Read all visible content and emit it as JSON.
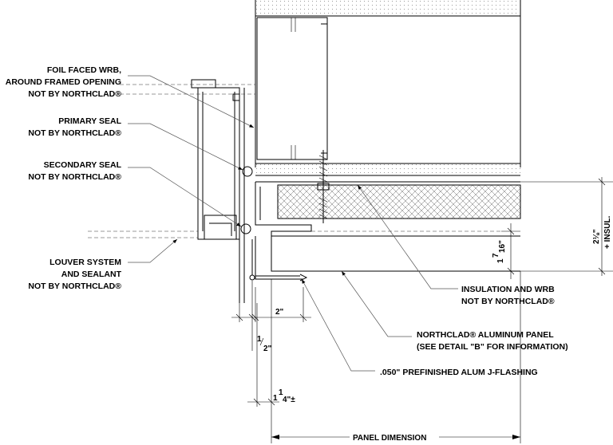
{
  "callouts": {
    "foil_wrb": [
      "FOIL FACED WRB,",
      "AROUND FRAMED OPENING",
      "NOT BY NORTHCLAD®"
    ],
    "primary_seal": [
      "PRIMARY SEAL",
      "NOT BY NORTHCLAD®"
    ],
    "secondary_seal": [
      "SECONDARY SEAL",
      "NOT BY NORTHCLAD®"
    ],
    "louver": [
      "LOUVER SYSTEM",
      "AND SEALANT",
      "NOT BY NORTHCLAD®"
    ],
    "insulation": [
      "INSULATION  AND WRB",
      "NOT BY NORTHCLAD®"
    ],
    "panel": [
      "NORTHCLAD® ALUMINUM PANEL",
      "(SEE DETAIL \"B\" FOR INFORMATION)"
    ],
    "jflashing": [
      ".050\" PREFINISHED ALUM J-FLASHING"
    ]
  },
  "dimensions": {
    "two_inch": "2\"",
    "half_whole": "1",
    "half_frac": "2\"",
    "quarter_whole": "1",
    "quarter_num": "1",
    "quarter_den": "4\"±",
    "seven_whole": "1",
    "seven_num": "7",
    "seven_den": "16\"",
    "insul_top": "2⅛\"",
    "insul_bottom": "+ INSUL.",
    "panel_dimension": "PANEL DIMENSION"
  }
}
